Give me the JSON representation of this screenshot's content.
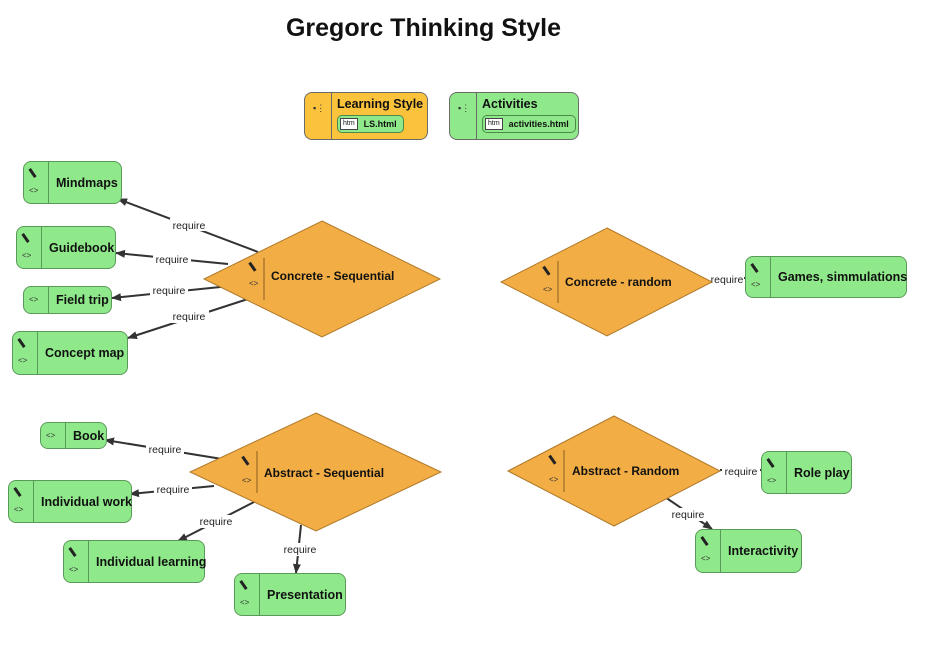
{
  "title": "Gregorc Thinking Style",
  "legend": [
    {
      "title": "Learning Style",
      "file": "LS.html",
      "file_tag": "htm",
      "color": "#fbc23b"
    },
    {
      "title": "Activities",
      "file": "activities.html",
      "file_tag": "htm",
      "color": "#8fe98b"
    }
  ],
  "styles": {
    "cs": "Concrete - Sequential",
    "cr": "Concrete - random",
    "as": "Abstract - Sequential",
    "ar": "Abstract - Random"
  },
  "activities": {
    "mindmaps": "Mindmaps",
    "guidebook": "Guidebook",
    "fieldtrip": "Field trip",
    "conceptmap": "Concept map",
    "games": "Games, simmulations",
    "book": "Book",
    "individualwork": "Individual work",
    "individuallearning": "Individual learning",
    "presentation": "Presentation",
    "roleplay": "Role play",
    "interactivity": "Interactivity"
  },
  "relation_label": "require",
  "colors": {
    "style_fill": "#f2ad45",
    "style_border": "#b07a2a",
    "activity_fill": "#8fe98b",
    "activity_border": "#5a9a59"
  }
}
